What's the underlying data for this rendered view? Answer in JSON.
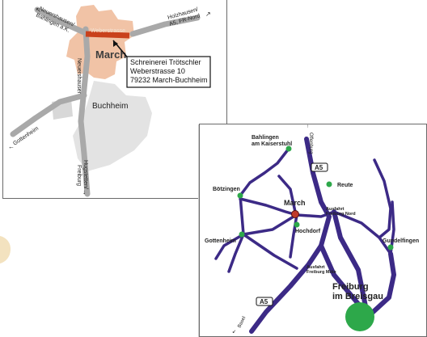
{
  "local_map": {
    "town_name": "March",
    "street_name": "Weberstrasse",
    "village_name": "Buchheim",
    "road_label_neuershausen": "Neuershausen/",
    "road_label_bahlingen": "Bahlingen a.K.",
    "road_label_holzhausen": "Holzhausen/",
    "road_label_a5_fr_nord": "A5, FR-Nord",
    "road_label_gottenheim": "Gottenheim",
    "road_label_hugstetten": "Hugstetten/",
    "road_label_freiburg": "Freiburg",
    "road_label_vertical": "Neuershauser",
    "address": {
      "company": "Schreinerei Trötschler",
      "street": "Weberstrasse 10",
      "city": "79232 March-Buchheim"
    },
    "colors": {
      "town_area": "#f1c3a6",
      "village_area": "#e2e2e2",
      "road": "#a9a9a9",
      "street_highlight": "#c9411c"
    }
  },
  "regional_map": {
    "places": {
      "bahlingen_line1": "Bahlingen",
      "bahlingen_line2": "am Kaiserstuhl",
      "boetzingen": "Bötzingen",
      "march": "March",
      "reute": "Reute",
      "hochdorf": "Hochdorf",
      "gottenheim": "Gottenheim",
      "gundelfingen": "Gundelfingen",
      "freiburg_line1": "Freiburg",
      "freiburg_line2": "im Breisgau"
    },
    "exits": {
      "nord_line1": "Ausfahrt",
      "nord_line2": "Freiburg Nord",
      "mitte_line1": "Ausfahrt",
      "mitte_line2": "Freiburg Mitte"
    },
    "motorway_shield": "A5",
    "direction_offenburg": "Offenburg",
    "direction_basel": "Basel",
    "colors": {
      "road": "#3c2a86",
      "town_dot": "#2da84a",
      "march_dot": "#c0392b"
    }
  }
}
